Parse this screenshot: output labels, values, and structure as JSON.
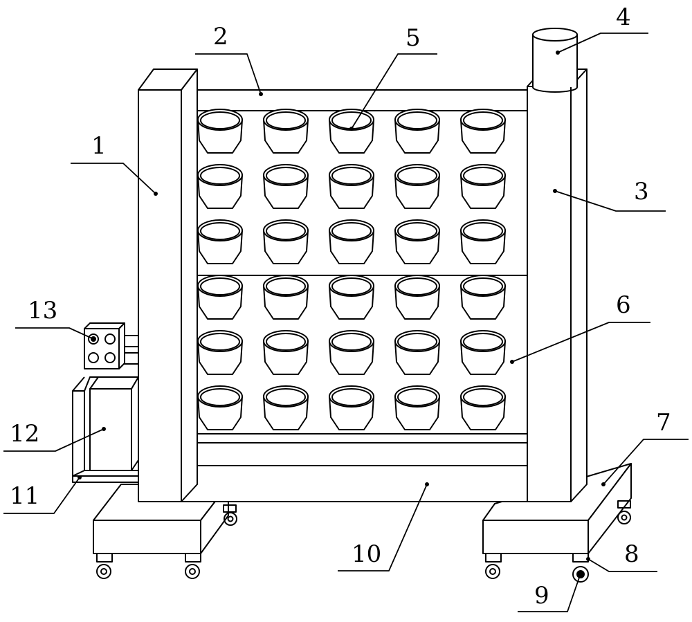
{
  "figure": {
    "stroke_color": "#000000",
    "background": "#ffffff",
    "pot_grid": {
      "rows": 6,
      "columns": 5
    }
  },
  "callouts": [
    {
      "id": "1",
      "text": "1"
    },
    {
      "id": "2",
      "text": "2"
    },
    {
      "id": "3",
      "text": "3"
    },
    {
      "id": "4",
      "text": "4"
    },
    {
      "id": "5",
      "text": "5"
    },
    {
      "id": "6",
      "text": "6"
    },
    {
      "id": "7",
      "text": "7"
    },
    {
      "id": "8",
      "text": "8"
    },
    {
      "id": "9",
      "text": "9"
    },
    {
      "id": "10",
      "text": "10"
    },
    {
      "id": "11",
      "text": "11"
    },
    {
      "id": "12",
      "text": "12"
    },
    {
      "id": "13",
      "text": "13"
    }
  ]
}
